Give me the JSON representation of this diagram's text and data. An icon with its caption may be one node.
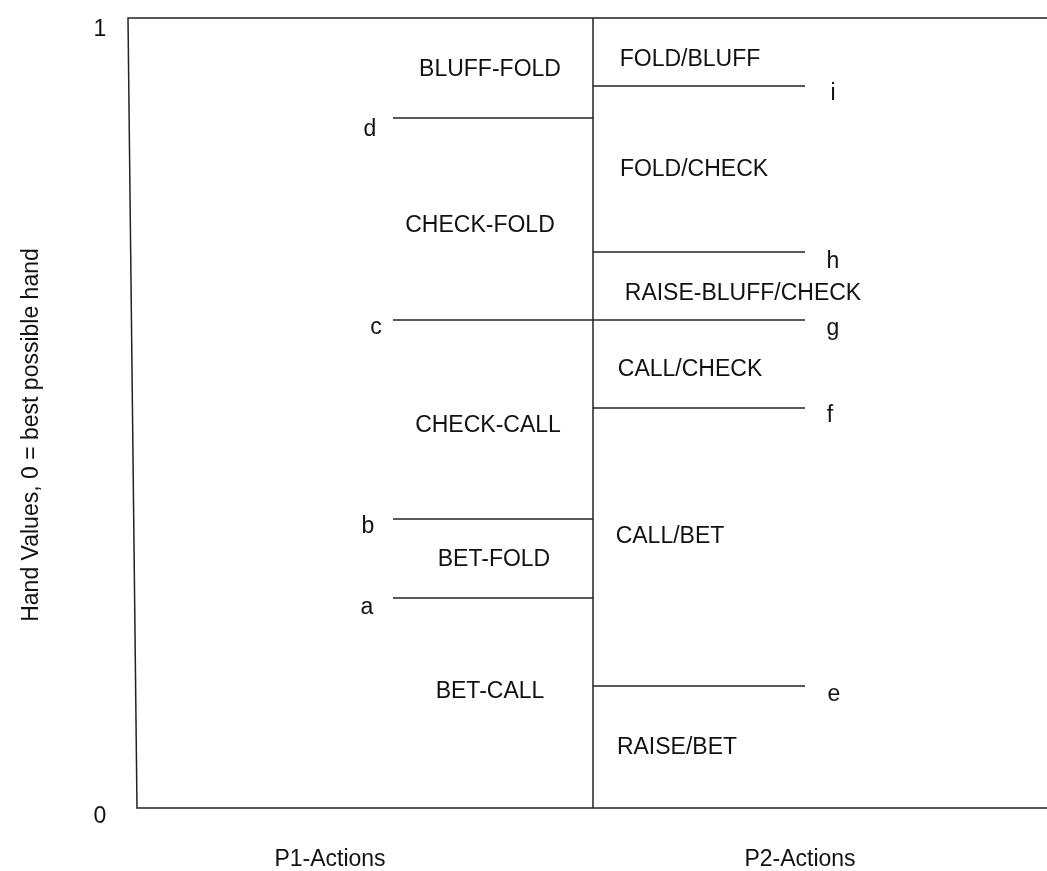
{
  "diagram": {
    "labels": [
      "1",
      "BLUFF-FOLD",
      "FOLD/BLUFF",
      "i",
      "d",
      "FOLD/CHECK",
      "CHECK-FOLD",
      "Hand Values, 0 = best possible hand",
      "h",
      "RAISE-BLUFF/CHECK",
      "c",
      "g",
      "CALL/CHECK",
      "f",
      "CHECK-CALL",
      "b",
      "CALL/BET",
      "BET-FOLD",
      "a",
      "BET-CALL",
      "e",
      "RAISE/BET",
      "0",
      "P1-Actions",
      "P2-Actions"
    ]
  }
}
